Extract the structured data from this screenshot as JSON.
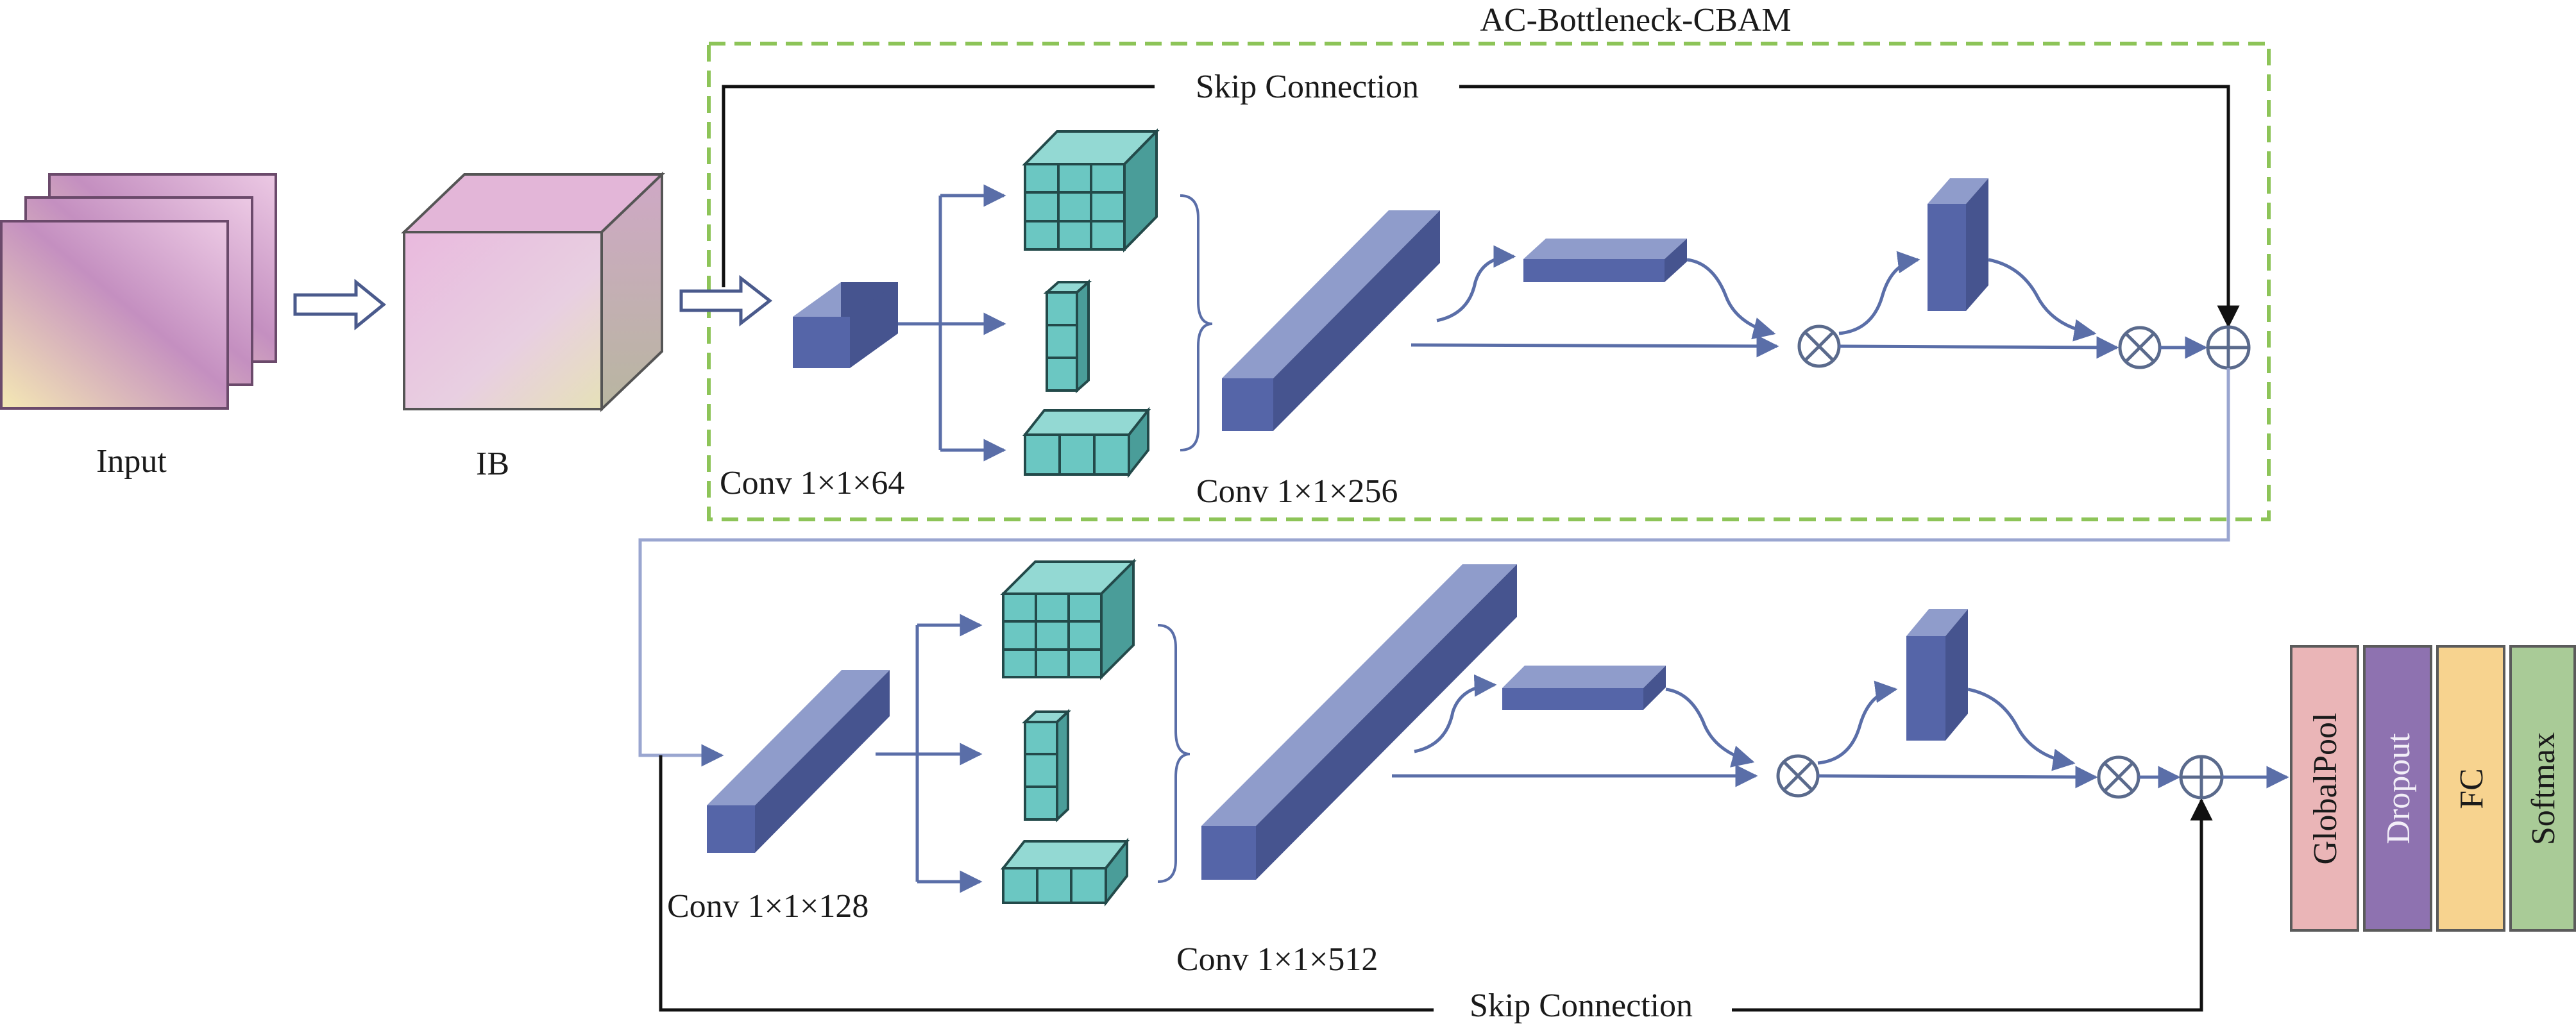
{
  "diagram": {
    "module_title": "AC-Bottleneck-CBAM",
    "input_label": "Input",
    "ib_label": "IB",
    "top_branch": {
      "skip_label": "Skip Connection",
      "conv_small_label": "Conv 1×1×64",
      "conv_large_label": "Conv 1×1×256"
    },
    "bottom_branch": {
      "skip_label": "Skip Connection",
      "conv_small_label": "Conv 1×1×128",
      "conv_large_label": "Conv 1×1×512"
    },
    "output_layers": [
      "GlobalPool",
      "Dropout",
      "FC",
      "Softmax"
    ]
  },
  "colors": {
    "module_border": "#8dc458",
    "arrow": "#5a6ea8",
    "line_light": "#9aa6d0",
    "block_front": "#5565a8",
    "block_top": "#8f9ccb",
    "block_side": "#46548f",
    "kernel_face": "#6bc7c2",
    "kernel_dark": "#4a9d99",
    "globalpool": "#eab5b7",
    "dropout": "#8e72b0",
    "fc": "#f7d38f",
    "softmax": "#a9cb97"
  }
}
